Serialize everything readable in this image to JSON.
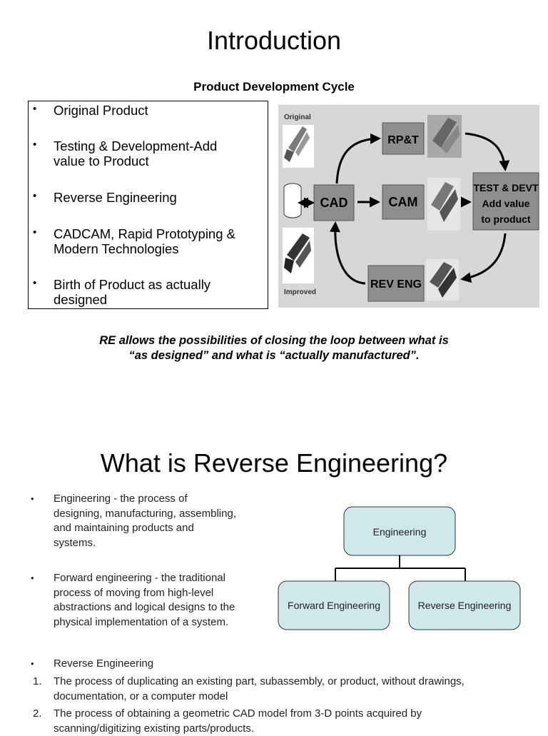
{
  "section1": {
    "title": "Introduction",
    "subtitle": "Product Development Cycle",
    "bullets": [
      "Original Product",
      "Testing & Development-Add value to Product",
      "Reverse Engineering",
      "CADCAM, Rapid Prototyping & Modern Technologies",
      "Birth of Product as actually designed"
    ],
    "diagram": {
      "label_original": "Original",
      "label_improved": "Improved",
      "box_cad": "CAD",
      "box_rpt": "RP&T",
      "box_cam": "CAM",
      "box_test_line1": "TEST & DEVT",
      "box_test_line2": "Add value",
      "box_test_line3": "to product",
      "box_reveng": "REV ENG"
    },
    "quote_line1": "RE allows the possibilities of closing the loop between what is",
    "quote_line2": "“as designed” and what is “actually manufactured”."
  },
  "section2": {
    "title": "What is Reverse Engineering?",
    "bullets": [
      [
        "Engineering - the process of",
        "designing, manufacturing, assembling,",
        "and maintaining products and",
        "systems."
      ],
      [
        "Forward engineering - the traditional",
        "process of moving from high-level",
        "abstractions and logical designs to the",
        "physical implementation of a system."
      ]
    ],
    "tree": {
      "root": "Engineering",
      "left": "Forward Engineering",
      "right": "Reverse Engineering"
    },
    "re_heading": "Reverse Engineering",
    "numbered": [
      {
        "n": "1.",
        "lines": [
          "The process of duplicating an existing part, subassembly, or product, without drawings,",
          "documentation, or a computer model"
        ]
      },
      {
        "n": "2.",
        "lines": [
          "The process of obtaining a geometric CAD model from 3-D points acquired by",
          "scanning/digitizing existing parts/products."
        ]
      }
    ]
  },
  "colors": {
    "diagram_bg": "#d7d7d7",
    "diagram_box": "#8e8e8e",
    "tree_box_fill": "#cfe9ea"
  }
}
